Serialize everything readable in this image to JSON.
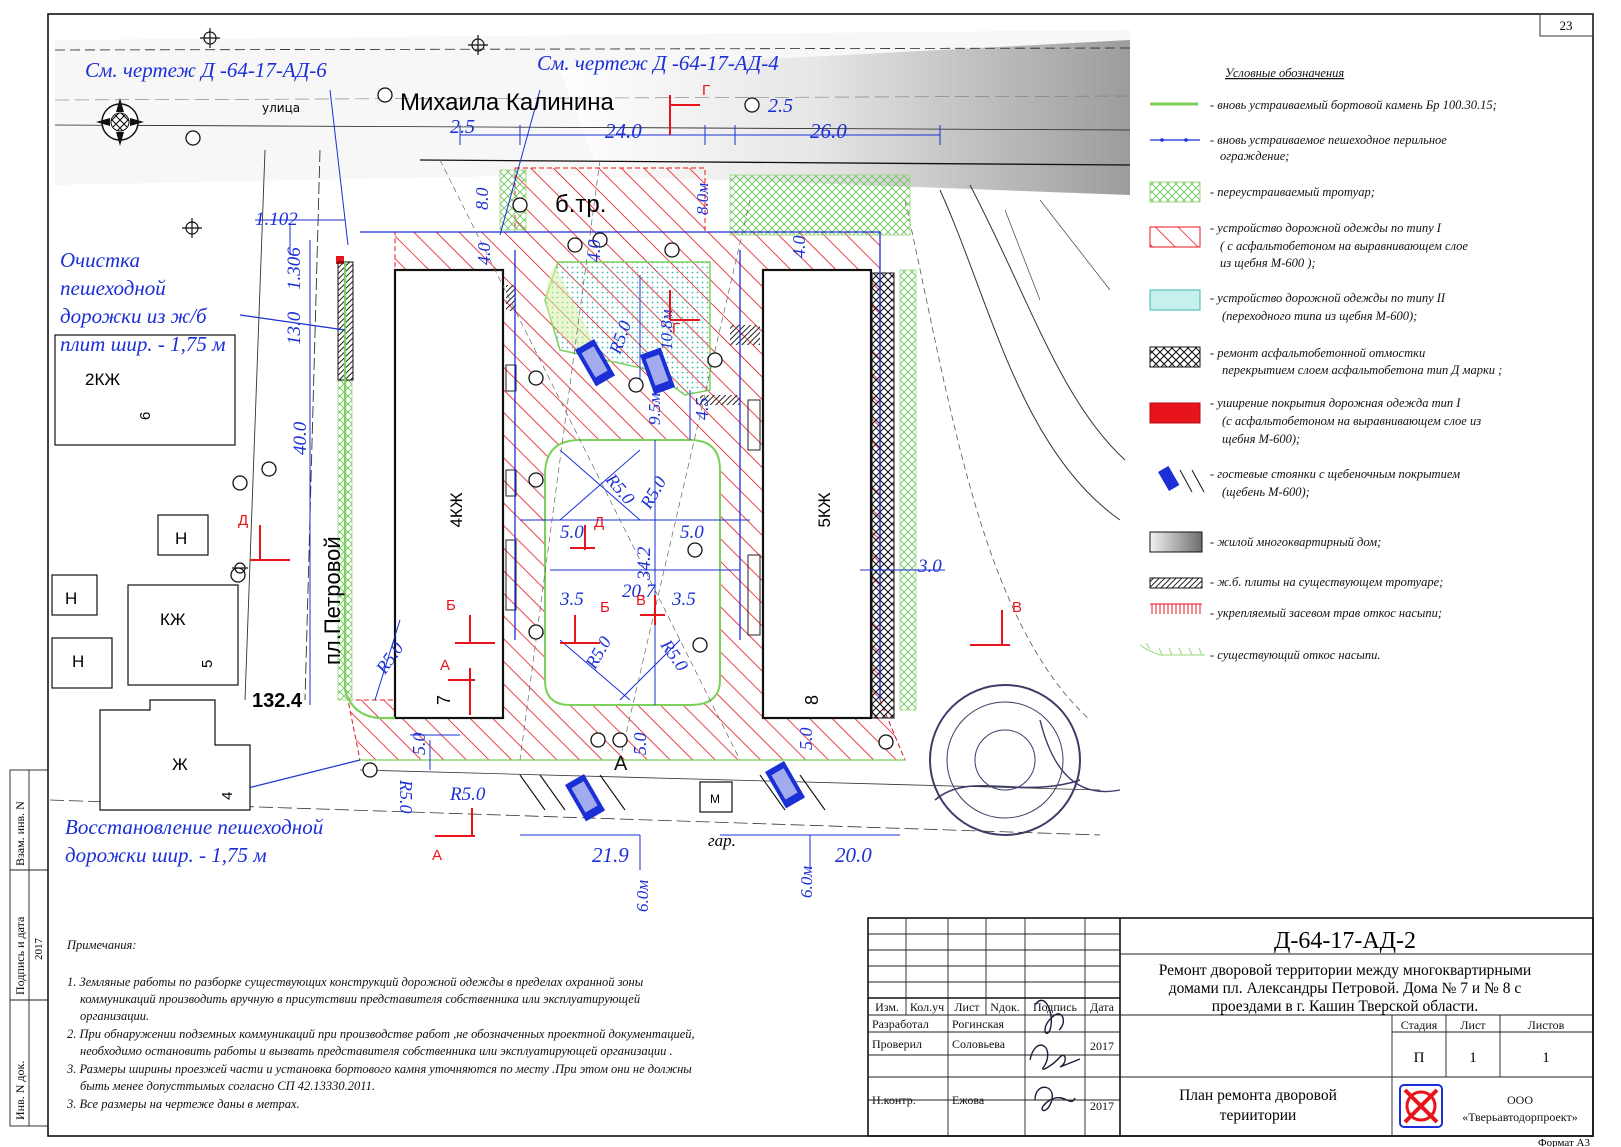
{
  "sheet": {
    "number": "23",
    "format_label": "Формат А3"
  },
  "map_labels": {
    "street_word": "улица",
    "street_name": "Михаила Калинина",
    "square_name": "пл.Петровой",
    "ref_left": "См. чертеж Д -64-17-АД-6",
    "ref_right": "См. чертеж Д -64-17-АД-4",
    "cleaning_line1": "Очистка",
    "cleaning_line2": "пешеходной",
    "cleaning_line3": "дорожки из ж/б",
    "cleaning_line4": "плит шир. - 1,75 м",
    "restore_line1": "Восстановление пешеходной",
    "restore_line2": "дорожки шир. - 1,75 м",
    "btr": "б.тр.",
    "gar": "гар.",
    "level": "132.4",
    "building_4kzh": "4КЖ",
    "building_5kzh": "5КЖ",
    "house_7": "7",
    "house_8": "8",
    "bld_2kzh": "2КЖ",
    "bld_2kzh_num": "6",
    "bld_kzh": "КЖ",
    "bld_kzh_num": "5",
    "bld_zh": "Ж",
    "bld_zh_num": "4",
    "bld_n": "Н",
    "bld_m": "М",
    "section_a": "А",
    "section_b": "Б",
    "section_v": "В",
    "section_g": "Г",
    "section_d": "Д"
  },
  "dimensions": {
    "d_2_5_left": "2.5",
    "d_24_0": "24.0",
    "d_2_5_right": "2.5",
    "d_26_0": "26.0",
    "d_1_102": "1.102",
    "d_1_306": "1.306",
    "d_13_0": "13.0",
    "d_40_0": "40.0",
    "d_8_0": "8.0",
    "d_8_0m": "8.0м",
    "d_4_0a": "4.0",
    "d_4_0b": "4.0",
    "d_4_0c": "4.0",
    "d_r5_top": "R5.0",
    "d_10_8m": "10.8м",
    "d_9_5m": "9.5м",
    "d_4_5": "4.5",
    "d_r5_mid1": "R5.0",
    "d_r5_mid2": "R5.0",
    "d_5_0_left": "5.0",
    "d_34_2": "34.2",
    "d_5_0_right": "5.0",
    "d_3_5_left": "3.5",
    "d_20_7": "20.7",
    "d_3_5_right": "3.5",
    "d_r5_low1": "R5.0",
    "d_r5_low2": "R5.0",
    "d_r5_corner": "R5.0",
    "d_3_0": "3.0",
    "d_5_0_bl": "5.0",
    "d_5_0_bc": "5.0",
    "d_5_0_br": "5.0",
    "d_r5_bottom": "R5.0",
    "d_r5_vert": "R5.0",
    "d_21_9": "21.9",
    "d_20_0": "20.0",
    "d_6_0m_left": "6.0м",
    "d_6_0m_right": "6.0м"
  },
  "legend": {
    "title": "Условные обозначения",
    "items": [
      {
        "icon": "green-curb-line-icon",
        "line1": "- вновь устраиваемый бортовой камень Бр  100.30.15;",
        "line2": "",
        "line3": ""
      },
      {
        "icon": "blue-railing-line-icon",
        "line1": "- вновь устраиваемое пешеходное перильное",
        "line2": "ограждение;",
        "line3": ""
      },
      {
        "icon": "green-crosshatch-icon",
        "line1": "- переустраиваемый тротуар;",
        "line2": "",
        "line3": ""
      },
      {
        "icon": "red-hatch-box-icon",
        "line1": "- устройство дорожной одежды по типу I",
        "line2": "( с асфальтобетоном на выравнивающем слое",
        "line3": "из щебня М-600 );"
      },
      {
        "icon": "cyan-dotted-box-icon",
        "line1": "- устройство дорожной одежды по типу II",
        "line2": "(переходного типа из щебня М-600);",
        "line3": ""
      },
      {
        "icon": "crosshatch-box-icon",
        "line1": "- ремонт асфальтобетонной отмостки",
        "line2": "перекрытием слоем асфальтобетона тип Д марки ;",
        "line3": ""
      },
      {
        "icon": "red-dotted-box-icon",
        "line1": "- уширение покрытия дорожная одежда тип I",
        "line2": "(с асфальтобетоном на выравнивающем слое из",
        "line3": "щебня М-600);"
      },
      {
        "icon": "parking-car-icon",
        "line1": "- гостевые стоянки с щебеночным покрытием",
        "line2": "(щебень М-600);",
        "line3": ""
      },
      {
        "icon": "gradient-building-icon",
        "line1": "- жилой многоквартирный дом;",
        "line2": "",
        "line3": ""
      },
      {
        "icon": "dark-hatch-strip-icon",
        "line1": "- ж.б. плиты на существующем тротуаре;",
        "line2": "",
        "line3": ""
      },
      {
        "icon": "red-comb-icon",
        "line1": "- укрепляемый засевом трав откос насыпи;",
        "line2": "",
        "line3": ""
      },
      {
        "icon": "green-slope-icon",
        "line1": "- существующий откос насыпи.",
        "line2": "",
        "line3": ""
      }
    ]
  },
  "notes": {
    "title": "Примечания:",
    "lines": [
      "1. Земляные работы по разборке существующих конструкций дорожной одежды в пределах охранной зоны",
      "коммуникаций производить вручную в присутствии  представителя собственника или эксплуатирующей",
      "организации.",
      "2. При обнаружении подземных коммуникаций при производстве работ ,не обозначенных проектной документацией,",
      "необходимо остановить работы и вызвать представителя собственника или эксплуатирующей организации .",
      "3. Размеры ширины проезжей части и установка бортового камня уточняются по месту .При этом они не должны",
      "быть менее допусттымых согласно СП 42.13330.2011.",
      "3. Все размеры на чертеже даны в метрах."
    ]
  },
  "side_stamp": {
    "col1": "Инв. N док.",
    "col2": "Подпись и дата",
    "col2_year": "2017",
    "col3": "Взам. инв. N"
  },
  "title_block": {
    "code": "Д-64-17-АД-2",
    "project_line1": "Ремонт дворовой территории между многоквартирными",
    "project_line2": "домами пл. Александры Петровой. Дома № 7 и № 8 с",
    "project_line3": "проездами в г. Кашин Тверской области.",
    "sheet_name_line1": "План ремонта дворовой",
    "sheet_name_line2": "териитории",
    "org_line1": "ООО",
    "org_line2": "«Тверьавтодорпроект»",
    "stage_header": "Стадия",
    "sheet_header": "Лист",
    "sheets_header": "Листов",
    "stage": "П",
    "sheet": "1",
    "sheets": "1",
    "col_izm": "Изм.",
    "col_koluch": "Кол.уч",
    "col_list": "Лист",
    "col_ndok": "Nдок.",
    "col_podpis": "Подпись",
    "col_data": "Дата",
    "role_dev": "Разработал",
    "name_dev": "Рогинская",
    "role_check": "Проверил",
    "name_check": "Соловьева",
    "date_check": "2017",
    "role_norm": "Н.контр.",
    "name_norm": "Ежова",
    "date_norm": "2017"
  },
  "colors": {
    "blue": "#1a2fd6",
    "red": "#e8141b",
    "green": "#7bd15a",
    "light_green": "#c9ec9b",
    "cyan": "#8fe0dd",
    "dark": "#111111"
  }
}
